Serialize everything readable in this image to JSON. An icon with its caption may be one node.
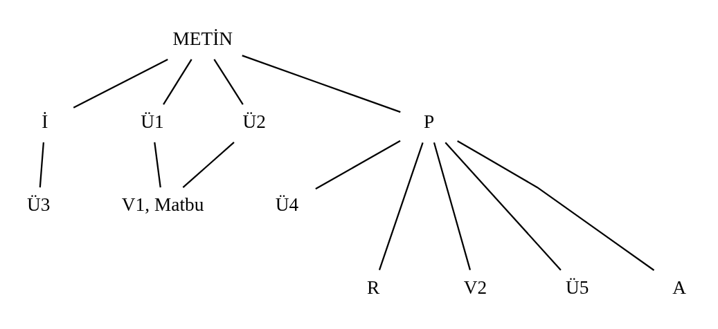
{
  "diagram": {
    "nodes": [
      {
        "text": [
          "METİN"
        ]
      },
      {
        "text": [
          "İ"
        ]
      },
      {
        "text": [
          "Ü1"
        ]
      },
      {
        "text": [
          "Ü2"
        ]
      },
      {
        "text": [
          "P"
        ]
      },
      {
        "text": [
          "Ü3"
        ]
      },
      {
        "text": [
          "V1, Matbu"
        ]
      },
      {
        "text": [
          "Ü4"
        ]
      },
      {
        "text": [
          "R"
        ]
      },
      {
        "text": [
          "V2"
        ]
      },
      {
        "text": [
          "Ü5"
        ]
      },
      {
        "text": [
          "A"
        ]
      }
    ],
    "edges": [
      {
        "from": 0,
        "to": 1,
        "arrow": "none"
      },
      {
        "from": 0,
        "to": 2,
        "arrow": "none"
      },
      {
        "from": 0,
        "to": 3,
        "arrow": "none"
      },
      {
        "from": 0,
        "to": 4,
        "arrow": "none"
      },
      {
        "from": 1,
        "to": 5,
        "arrow": "none"
      },
      {
        "from": 2,
        "to": 6,
        "arrow": "none"
      },
      {
        "from": 3,
        "to": 6,
        "arrow": "none"
      },
      {
        "from": 4,
        "to": 7,
        "arrow": "none"
      },
      {
        "from": 4,
        "to": 8,
        "arrow": "none"
      },
      {
        "from": 4,
        "to": 9,
        "arrow": "none"
      },
      {
        "from": 4,
        "to": 10,
        "arrow": "none"
      },
      {
        "from": 4,
        "to": 11,
        "arrow": "none"
      }
    ]
  }
}
